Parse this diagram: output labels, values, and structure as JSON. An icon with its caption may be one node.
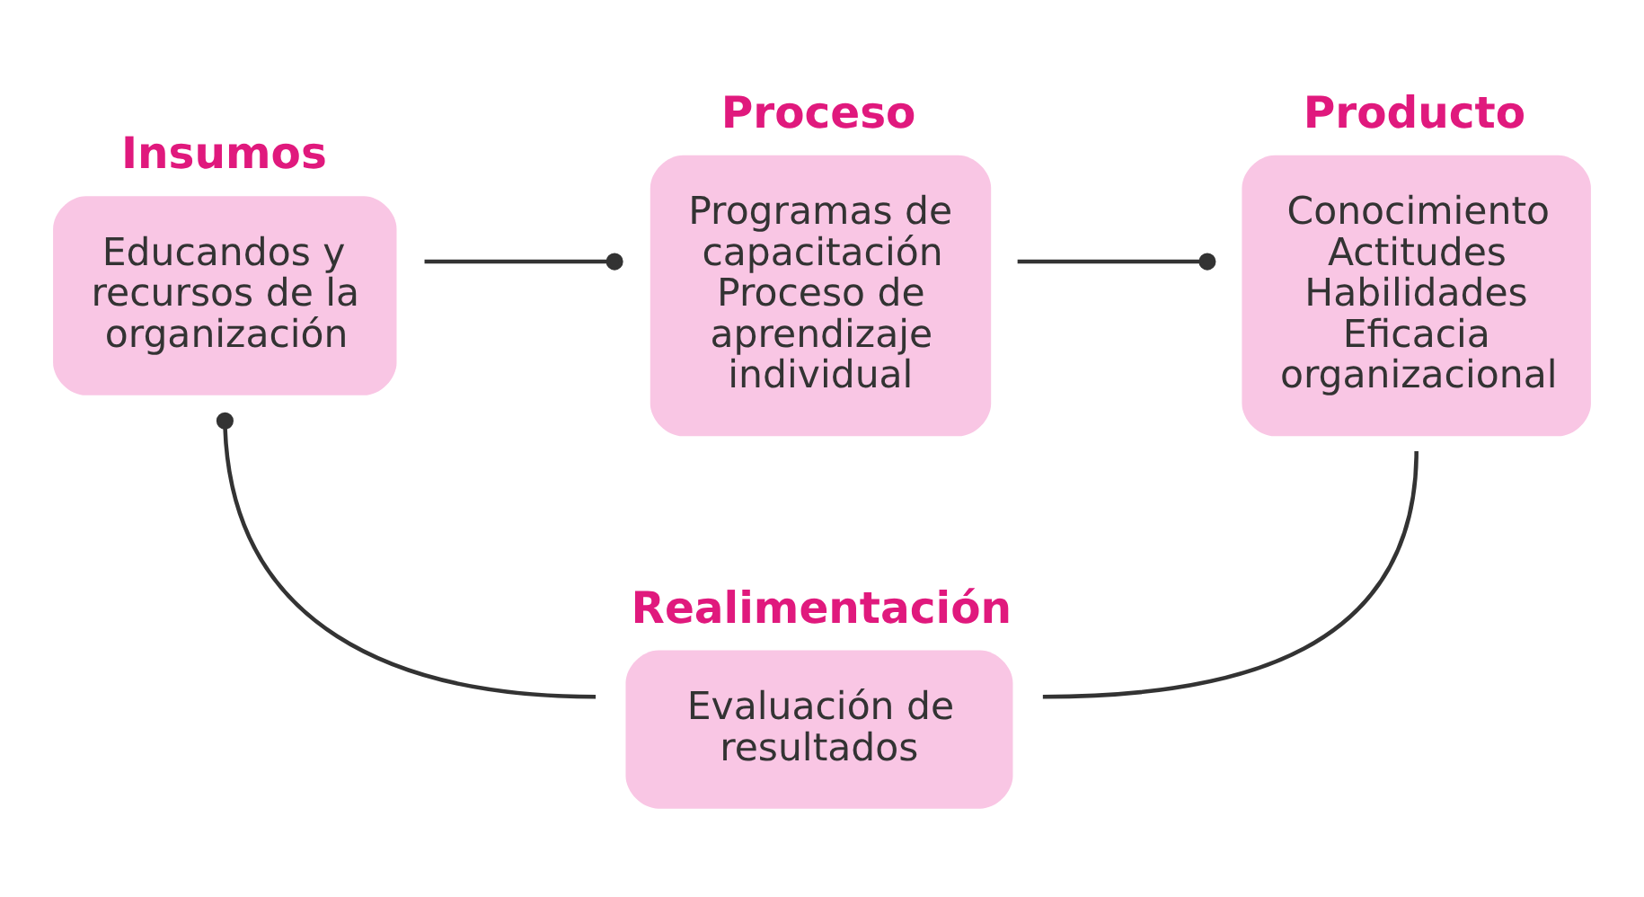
{
  "diagram": {
    "nodes": [
      {
        "text": [
          "Insumos",
          "Educandos y recursos de la organización"
        ]
      },
      {
        "text": [
          "Proceso",
          "Programas de capacitación Proceso de aprendizaje individual"
        ]
      },
      {
        "text": [
          "Producto",
          "Conocimiento Actitudes Habilidades Eficacia organizacional"
        ]
      },
      {
        "text": [
          "Realimentación",
          "Evaluación de resultados"
        ]
      }
    ],
    "edges": [
      {
        "from": 0,
        "to": 1,
        "arrow": "other"
      },
      {
        "from": 1,
        "to": 2,
        "arrow": "other"
      },
      {
        "from": 2,
        "to": 3,
        "arrow": "none"
      },
      {
        "from": 3,
        "to": 0,
        "arrow": "other"
      }
    ]
  }
}
